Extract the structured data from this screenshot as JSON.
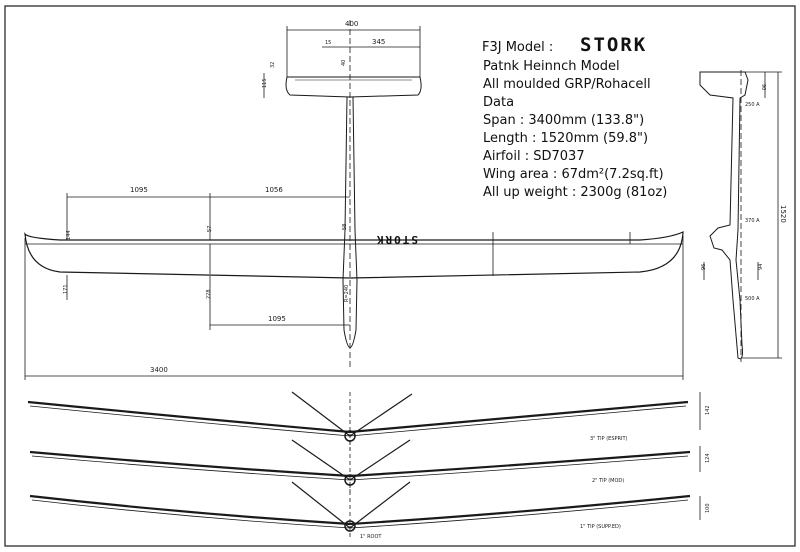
{
  "specs": {
    "title_prefix": "F3J Model :",
    "model_name": "STORK",
    "lines": [
      "Patnk Heinnch Model",
      "All moulded GRP/Rohacell",
      "Data",
      "Span  : 3400mm (133.8\")",
      "Length : 1520mm (59.8\")",
      "Airfoil  : SD7037",
      "Wing area : 67dm²(7.2sq.ft)",
      "All up weight : 2300g (81oz)"
    ]
  },
  "tail_dims": {
    "width": "400",
    "inner": "15",
    "half": "345",
    "height_left": "32",
    "height_center": "40",
    "height_side": "115"
  },
  "wing_dims": {
    "span": "3400",
    "left_panel": "1095",
    "center_panel": "1056",
    "lower_panel": "1095",
    "chord_tip": "144",
    "chord_mid": "57",
    "chord_root": "58",
    "lower_tip": "171",
    "lower_mid": "228",
    "fuselage": "R=240",
    "underside_text": "STORK"
  },
  "side_dims": {
    "total_length": "1520",
    "top": "90",
    "sta1": "250 A",
    "sta2": "370 A",
    "sta3": "500 A",
    "left_mid": "96",
    "right_mid": "94"
  },
  "front_views": [
    {
      "label": "3\" TIP (ESPRIT)",
      "dim": "142"
    },
    {
      "label": "2\" TIP (MOD)",
      "dim": "124"
    },
    {
      "label": "1\" TIP (SUPP.ED)",
      "dim": "100",
      "root_label": "1\" ROOT"
    }
  ]
}
